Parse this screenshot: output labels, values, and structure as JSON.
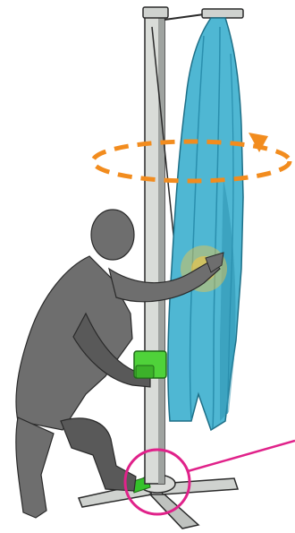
{
  "illustration": {
    "subject": "cantilever-umbrella-rotation-instruction",
    "colors": {
      "background": "#ffffff",
      "pole": "#d9dcd8",
      "pole_shade": "#9fa3a0",
      "outline": "#2a2a2a",
      "canopy": "#4fb7d3",
      "canopy_shade": "#2a8fae",
      "person": "#6e6e6e",
      "person_shade": "#595959",
      "handle_green": "#4fd23a",
      "rotation_arrow": "#f28c1e",
      "glow": "#f5c542",
      "highlight_circle": "#e0228a",
      "pedal_green": "#34c22a"
    },
    "callouts": {
      "rotation_arrow_icon": "rotation-arrow",
      "hand_glow_icon": "hand-push-glow",
      "base_highlight_icon": "foot-pedal-highlight"
    }
  }
}
